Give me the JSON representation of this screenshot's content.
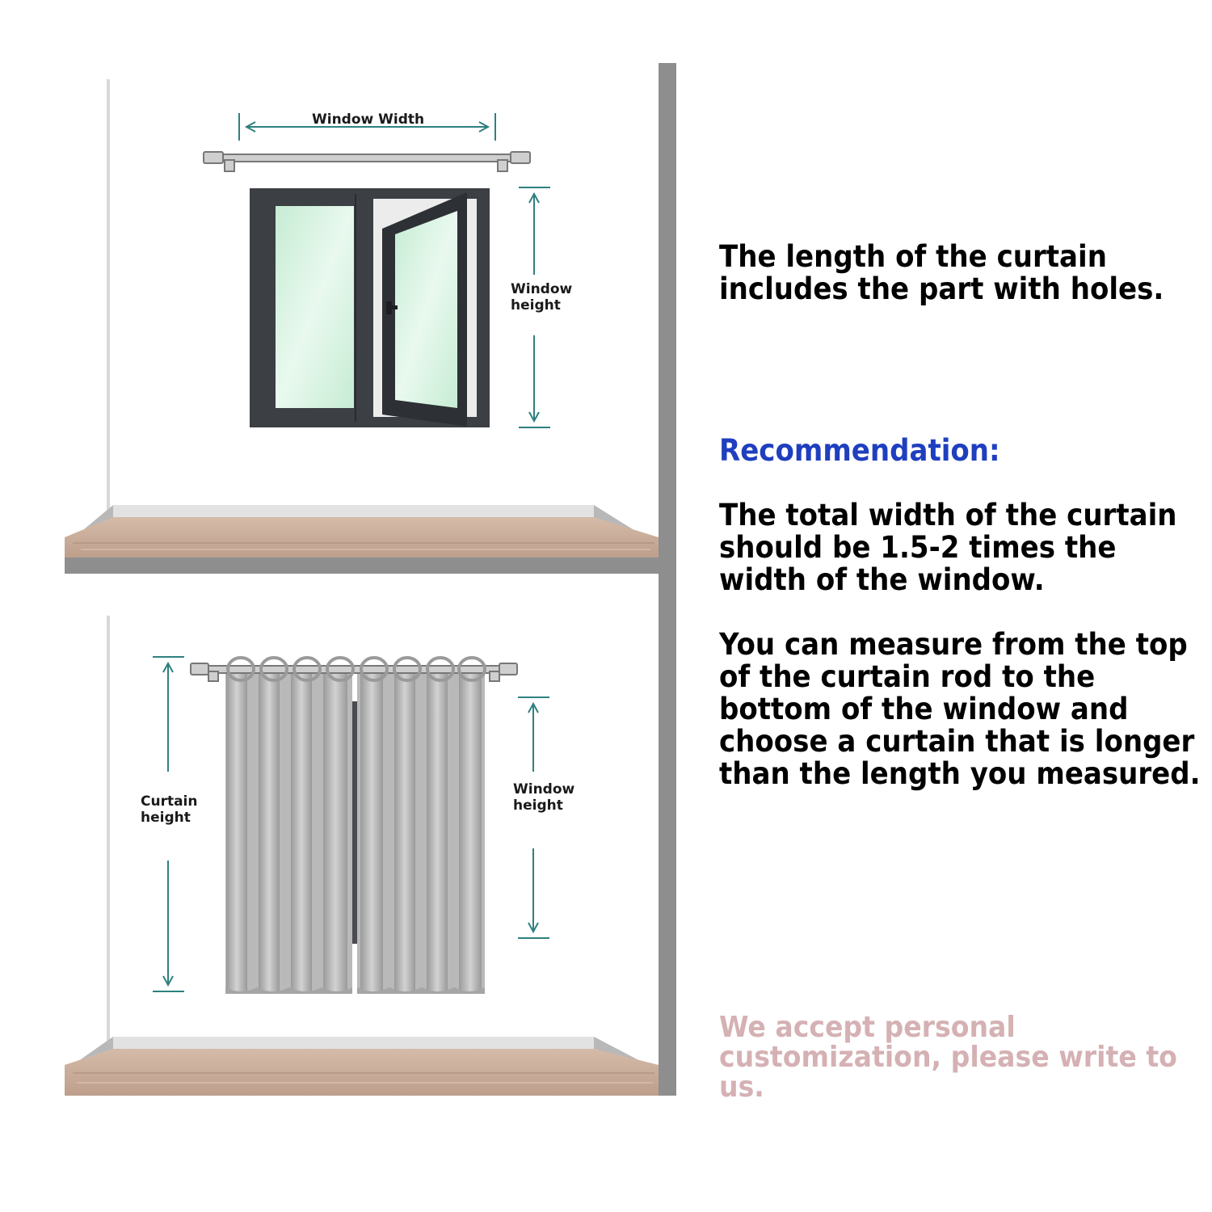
{
  "diagram": {
    "top_panel": {
      "width_label": "Window Width",
      "height_label_lines": [
        "Window",
        "height"
      ]
    },
    "bottom_panel": {
      "curtain_label_lines": [
        "Curtain",
        "height"
      ],
      "height_label_lines": [
        "Window",
        "height"
      ]
    }
  },
  "text": {
    "length_note_lines": [
      "The length of the curtain",
      "includes the part with holes."
    ],
    "recommendation_heading": "Recommendation:",
    "width_tip_lines": [
      "The total width of the curtain",
      "should be 1.5-2 times the",
      "width of the window."
    ],
    "measure_tip_lines": [
      "You can measure from the top",
      "of the curtain rod to the",
      "bottom of the window and",
      "choose a curtain that is longer",
      "than the length you measured."
    ],
    "customization_lines": [
      "We accept personal",
      "customization, please write to",
      "us."
    ]
  },
  "colors": {
    "heading": "#1f3fbf",
    "customization": "#d5b1b4",
    "dimension_lines": "#2f8080",
    "glass": "#d6f2df",
    "frame": "#3c3f44",
    "floor": "#c9ab98",
    "wall": "#8e8e8e"
  }
}
